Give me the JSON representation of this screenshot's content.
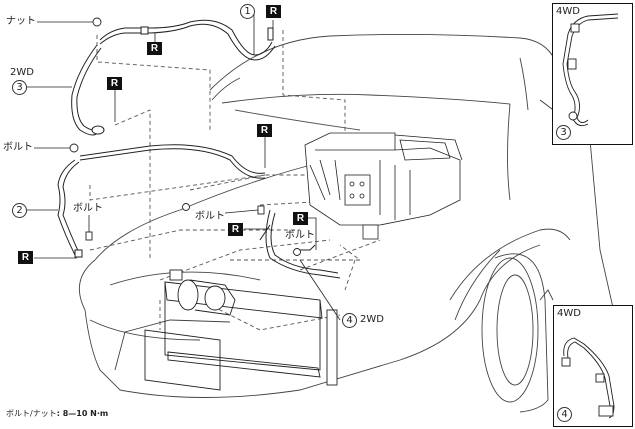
{
  "labels": {
    "nut": "ナット",
    "bolt": "ボルト",
    "two_wd": "2WD",
    "four_wd": "4WD",
    "replace_marker": "R"
  },
  "callouts": [
    {
      "id": "1",
      "text": "1"
    },
    {
      "id": "2",
      "text": "2"
    },
    {
      "id": "3",
      "text": "3"
    },
    {
      "id": "4",
      "text": "4"
    }
  ],
  "insets": [
    {
      "variant": "4WD",
      "part": "3"
    },
    {
      "variant": "4WD",
      "part": "4"
    }
  ],
  "part4_variant": "2WD",
  "part3_variant": "2WD",
  "torque_note": {
    "prefix": "ボルト/ナット",
    "value": ": 8—10 N·m"
  }
}
